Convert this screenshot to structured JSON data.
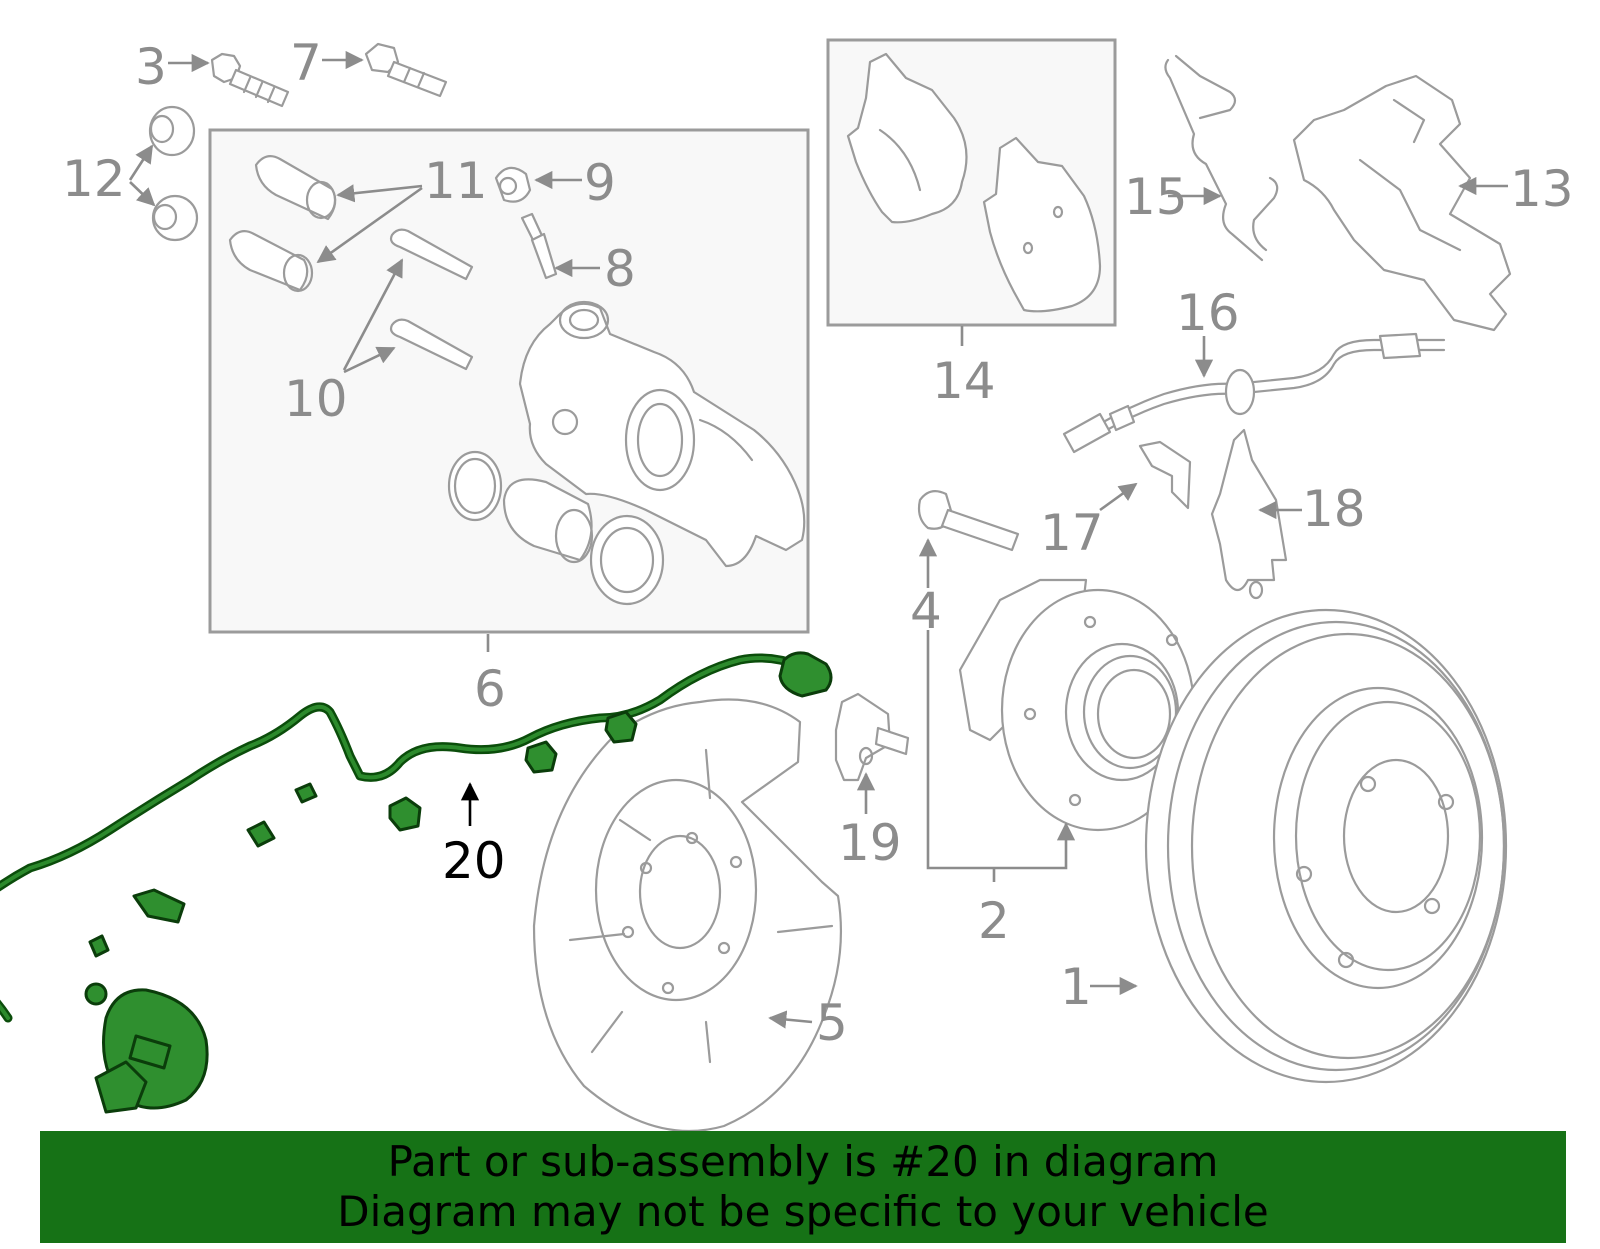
{
  "callouts": {
    "c1": "1",
    "c2": "2",
    "c3": "3",
    "c4": "4",
    "c5": "5",
    "c6": "6",
    "c7": "7",
    "c8": "8",
    "c9": "9",
    "c10": "10",
    "c11": "11",
    "c12": "12",
    "c13": "13",
    "c14": "14",
    "c15": "15",
    "c16": "16",
    "c17": "17",
    "c18": "18",
    "c19": "19",
    "c20": "20"
  },
  "highlighted_part": "20",
  "colors": {
    "highlight": "#2f8f2f",
    "banner": "#167216",
    "part_line": "#9b9b9b"
  },
  "banner": {
    "line1": "Part or sub-assembly is #20 in diagram",
    "line2": "Diagram may not be specific to your vehicle"
  }
}
